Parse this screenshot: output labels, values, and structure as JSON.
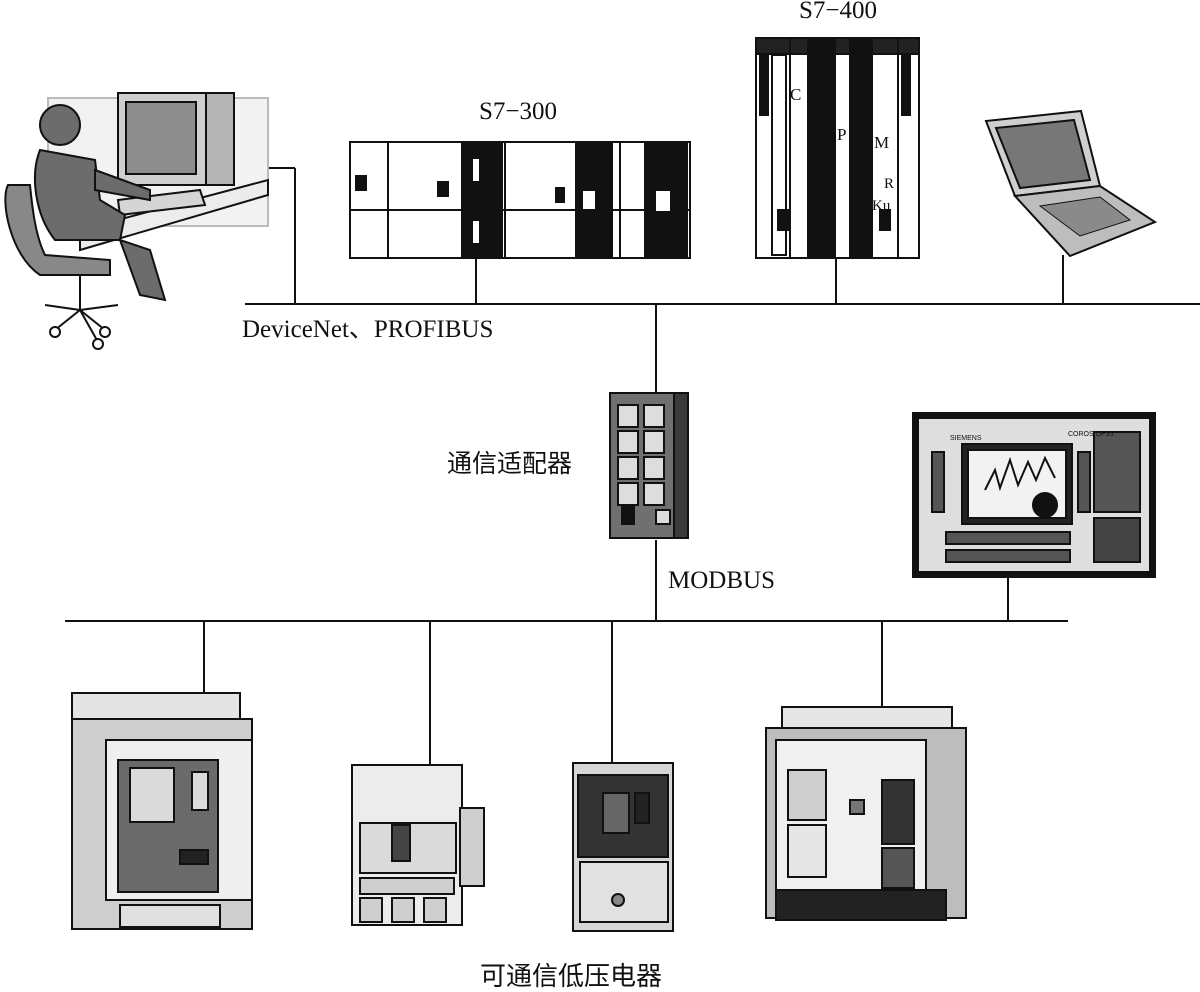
{
  "labels": {
    "s7_400": "S7−400",
    "s7_300": "S7−300",
    "upper_bus": "DeviceNet、PROFIBUS",
    "adapter": "通信适配器",
    "lower_bus": "MODBUS",
    "devices": "可通信低压电器"
  },
  "devices": {
    "hmi_brand": "SIEMENS",
    "hmi_model": "COROS OP35",
    "plc400_modules": [
      "C",
      "P",
      "M",
      "R",
      "Ku"
    ]
  },
  "colors": {
    "line": "#111111",
    "device_dark": "#3a3a3a",
    "device_mid": "#8a8a8a",
    "device_light": "#d8d8d8"
  }
}
